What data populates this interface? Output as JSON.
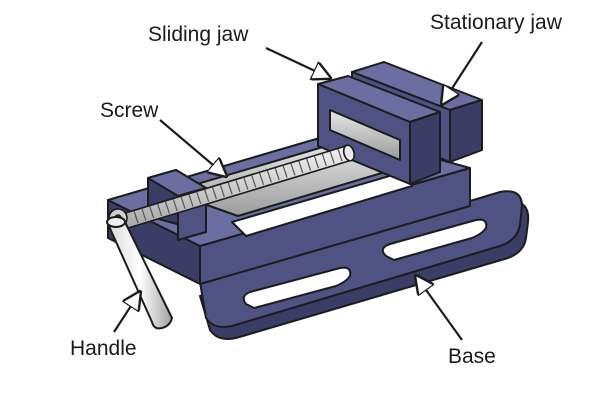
{
  "labels": {
    "sliding_jaw": "Sliding jaw",
    "stationary_jaw": "Stationary jaw",
    "screw": "Screw",
    "handle": "Handle",
    "base": "Base"
  },
  "colors": {
    "body": "#4f5384",
    "body_dark": "#3a3d66",
    "body_light": "#6a6ea0",
    "steel": "#b8b8b8",
    "steel_light": "#dcdcdc",
    "outline": "#1c1c1c",
    "background": "#ffffff"
  }
}
